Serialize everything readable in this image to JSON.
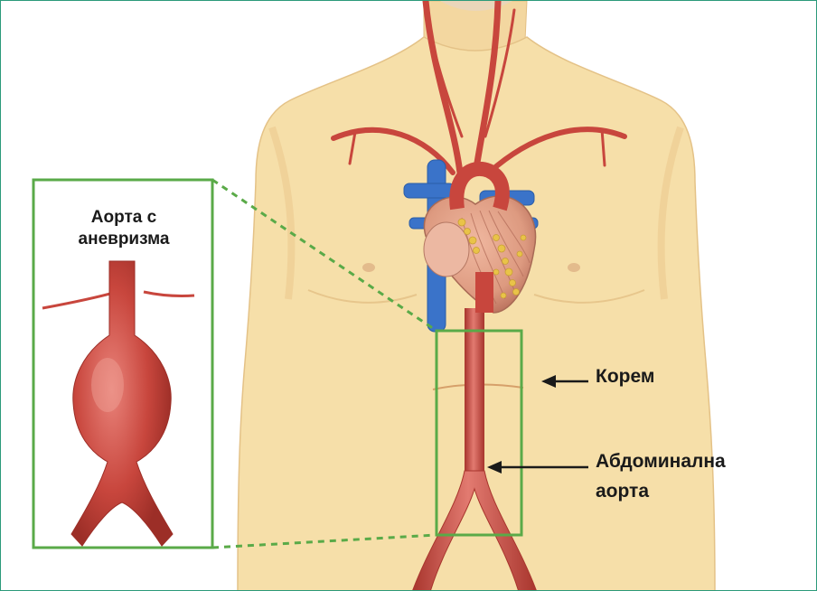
{
  "diagram": {
    "inset": {
      "title_line1": "Аорта с",
      "title_line2": "аневризма"
    },
    "labels": {
      "abdomen": "Корем",
      "abdominal_aorta_line1": "Абдоминална",
      "abdominal_aorta_line2": "аорта"
    },
    "colors": {
      "skin": "#f6dfa9",
      "skin_shadow": "#e6c182",
      "artery": "#c8463d",
      "artery_highlight": "#e9837a",
      "vein": "#3a73c9",
      "frame_green": "#5aaa48",
      "border": "#2c9a7a",
      "text": "#1a1a1a"
    }
  }
}
